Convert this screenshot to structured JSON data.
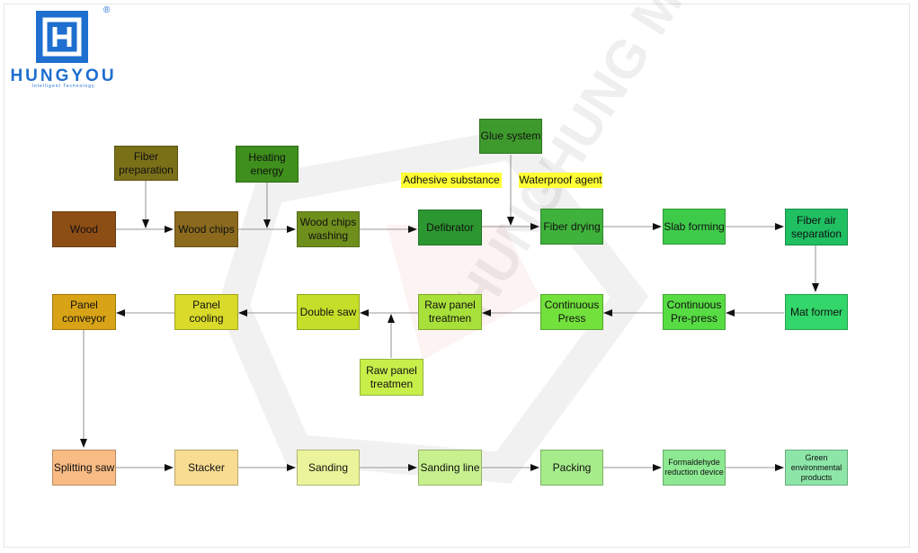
{
  "logo": {
    "brand": "HUNGYOU",
    "tagline": "Intelligent Technology",
    "registered_mark": "®",
    "watermark_text": "HUNGHUNG MACHINERY"
  },
  "nodes": [
    {
      "id": "fiber_prep",
      "label": "Fiber\npreparation",
      "color": "#7a7018"
    },
    {
      "id": "heating",
      "label": "Heating\nenergy",
      "color": "#3e8f1c"
    },
    {
      "id": "glue",
      "label": "Glue system",
      "color": "#3f9a2d"
    },
    {
      "id": "adhesive",
      "label": "Adhesive substance",
      "color": "#ffff33"
    },
    {
      "id": "waterproof",
      "label": "Waterproof agent",
      "color": "#ffff33"
    },
    {
      "id": "wood",
      "label": "Wood",
      "color": "#8d4e16"
    },
    {
      "id": "wood_chips",
      "label": "Wood chips",
      "color": "#8b6a1e"
    },
    {
      "id": "washing",
      "label": "Wood chips\nwashing",
      "color": "#6f8f1c"
    },
    {
      "id": "defibrator",
      "label": "Defibrator",
      "color": "#2c9730"
    },
    {
      "id": "fiber_drying",
      "label": "Fiber drying",
      "color": "#3fb23b"
    },
    {
      "id": "slab_forming",
      "label": "Slab forming",
      "color": "#3ecb4a"
    },
    {
      "id": "fiber_air",
      "label": "Fiber air\nseparation",
      "color": "#1fbf62"
    },
    {
      "id": "panel_conveyor",
      "label": "Panel\nconveyor",
      "color": "#d8a316"
    },
    {
      "id": "panel_cooling",
      "label": "Panel cooling",
      "color": "#d9da2a"
    },
    {
      "id": "double_saw",
      "label": "Double saw",
      "color": "#c4df2a"
    },
    {
      "id": "raw_panel_1",
      "label": "Raw panel\ntreatmen",
      "color": "#a8e03a"
    },
    {
      "id": "continuous_press",
      "label": "Continuous\nPress",
      "color": "#72e13c"
    },
    {
      "id": "cont_prepress",
      "label": "Continuous\nPre-press",
      "color": "#57dc44"
    },
    {
      "id": "mat_former",
      "label": "Mat former",
      "color": "#32d66a"
    },
    {
      "id": "raw_panel_2",
      "label": "Raw panel\ntreatmen",
      "color": "#c8ee4a"
    },
    {
      "id": "splitting_saw",
      "label": "Splitting saw",
      "color": "#f8bb84"
    },
    {
      "id": "stacker",
      "label": "Stacker",
      "color": "#f8dc92"
    },
    {
      "id": "sanding",
      "label": "Sanding",
      "color": "#ebf49a"
    },
    {
      "id": "sanding_line",
      "label": "Sanding line",
      "color": "#c8f08e"
    },
    {
      "id": "packing",
      "label": "Packing",
      "color": "#a6ec8a"
    },
    {
      "id": "formaldehyde",
      "label": "Formaldehyde\nreduction device",
      "color": "#8de892"
    },
    {
      "id": "green",
      "label": "Green\nenvironmental\nproducts",
      "color": "#8de6a8"
    }
  ]
}
